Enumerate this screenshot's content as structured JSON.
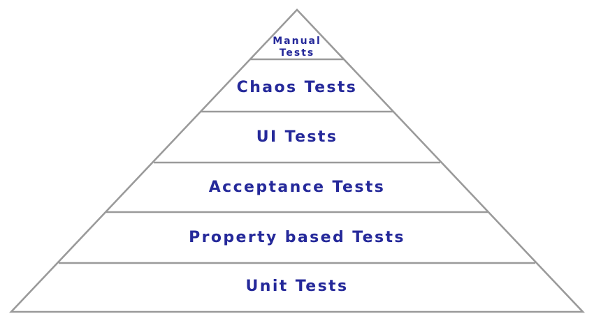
{
  "diagram": {
    "tiers": [
      {
        "id": "manual",
        "label": "Manual\nTests"
      },
      {
        "id": "chaos",
        "label": "Chaos Tests"
      },
      {
        "id": "ui",
        "label": "UI Tests"
      },
      {
        "id": "acceptance",
        "label": "Acceptance Tests"
      },
      {
        "id": "property",
        "label": "Property based Tests"
      },
      {
        "id": "unit",
        "label": "Unit Tests"
      }
    ],
    "colors": {
      "label_text": "#25299a",
      "outline": "#9a9a9a",
      "background": "#ffffff"
    }
  }
}
